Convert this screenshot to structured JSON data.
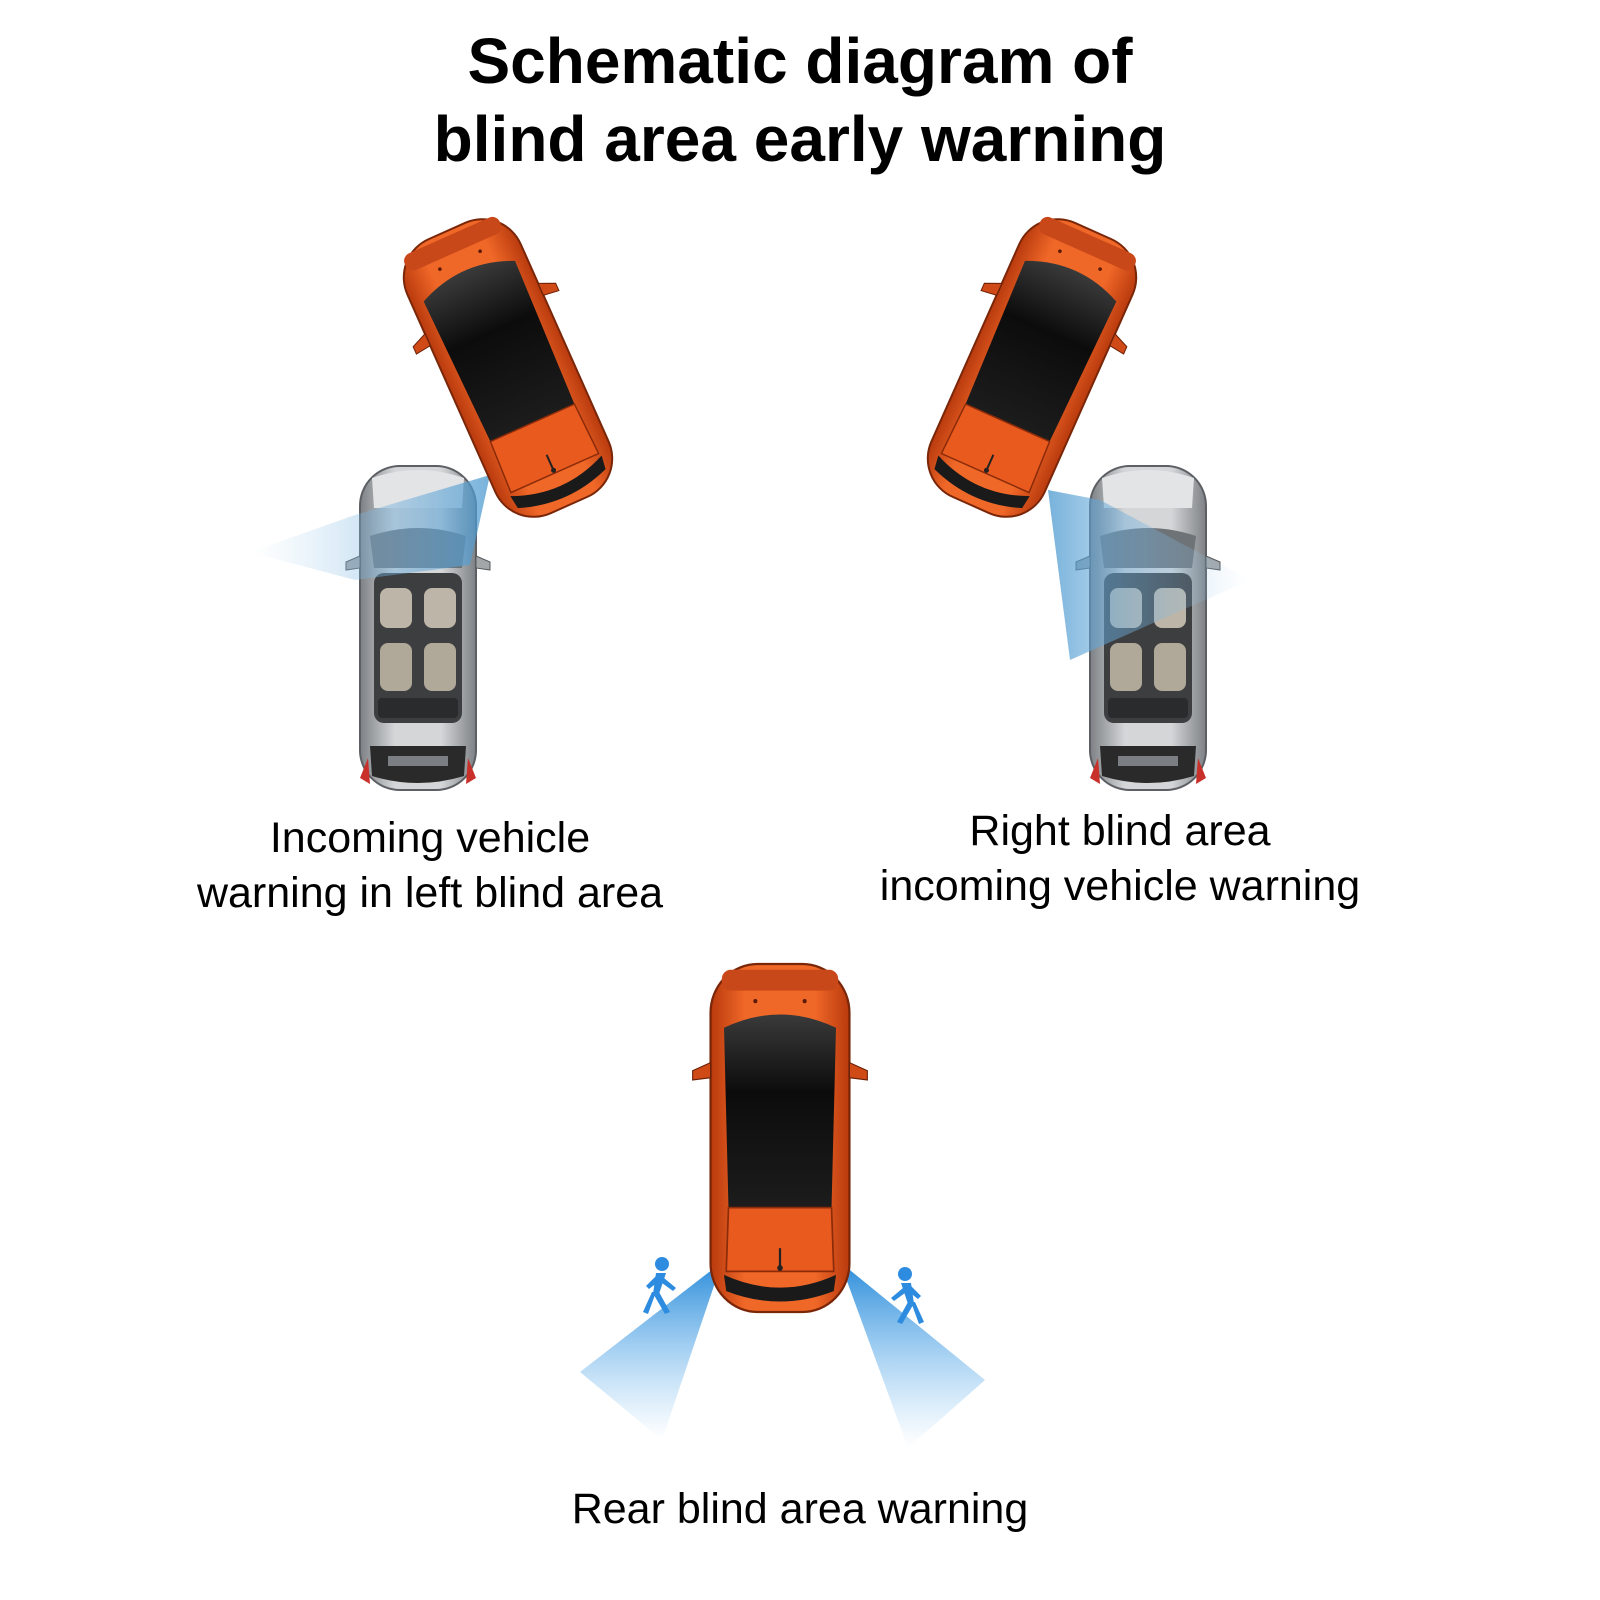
{
  "title": {
    "line1": "Schematic diagram of",
    "line2": "blind area early warning"
  },
  "captions": {
    "left": {
      "line1": "Incoming vehicle",
      "line2": "warning in left blind area"
    },
    "right": {
      "line1": "Right blind area",
      "line2": "incoming vehicle warning"
    },
    "rear": "Rear blind area warning"
  },
  "colors": {
    "car_body": "#e8541c",
    "car_glass": "#141414",
    "gray_car": "#b9bcbf",
    "warning_beam": "#3f9be0"
  },
  "icons": [
    "orange-car-icon",
    "gray-car-icon",
    "pedestrian-icon",
    "radar-beam-icon"
  ]
}
